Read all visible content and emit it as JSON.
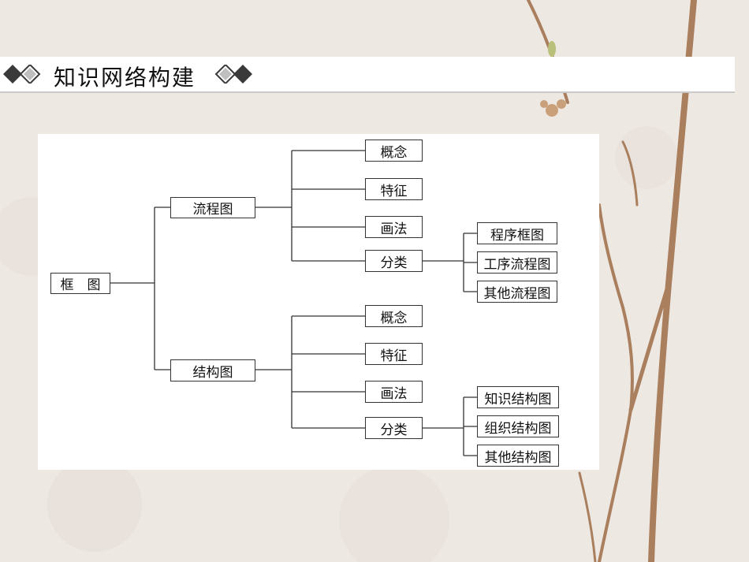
{
  "header": {
    "title": "知识网络构建"
  },
  "diagram": {
    "root": "框　图",
    "flowchart": {
      "label": "流程图",
      "concept": "概念",
      "feature": "特征",
      "drawing": "画法",
      "classification": "分类",
      "types": [
        "程序框图",
        "工序流程图",
        "其他流程图"
      ]
    },
    "structure": {
      "label": "结构图",
      "concept": "概念",
      "feature": "特征",
      "drawing": "画法",
      "classification": "分类",
      "types": [
        "知识结构图",
        "组织结构图",
        "其他结构图"
      ]
    }
  }
}
